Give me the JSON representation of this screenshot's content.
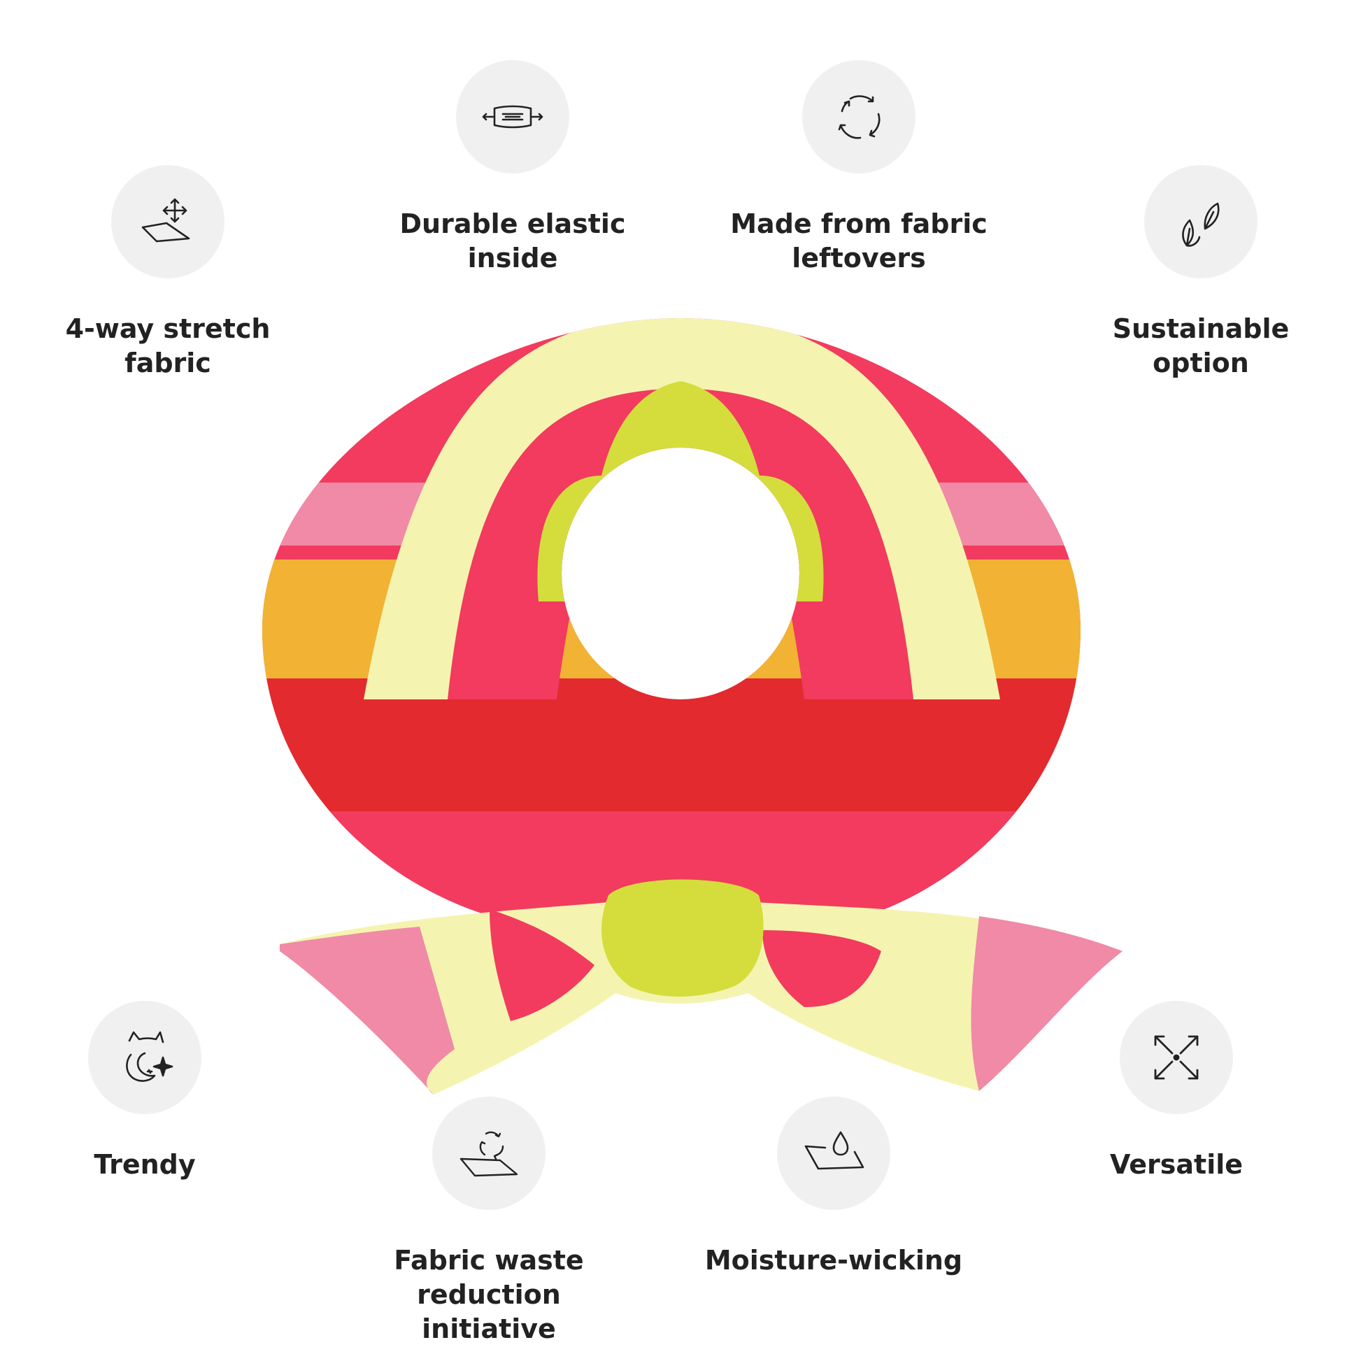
{
  "colors": {
    "icon_bg": "#f0f0f0",
    "text": "#222222",
    "hot_pink": "#f23b5e",
    "light_pink": "#f08aa6",
    "cream": "#f4f4b0",
    "lime": "#d4dd3c",
    "orange": "#f2b233",
    "red": "#e32a2f"
  },
  "features": [
    {
      "icon": "stretch-arrows-icon",
      "lines": [
        "4-way stretch",
        "fabric"
      ]
    },
    {
      "icon": "elastic-band-icon",
      "lines": [
        "Durable elastic",
        "inside"
      ]
    },
    {
      "icon": "recycle-arrows-icon",
      "lines": [
        "Made from fabric",
        "leftovers"
      ]
    },
    {
      "icon": "leaves-icon",
      "lines": [
        "Sustainable",
        "option"
      ]
    },
    {
      "icon": "cat-sparkle-icon",
      "lines": [
        "Trendy"
      ]
    },
    {
      "icon": "fabric-recycle-icon",
      "lines": [
        "Fabric waste reduction",
        "initiative"
      ]
    },
    {
      "icon": "water-drop-fabric-icon",
      "lines": [
        "Moisture-wicking"
      ]
    },
    {
      "icon": "expand-arrows-icon",
      "lines": [
        "Versatile"
      ]
    }
  ]
}
